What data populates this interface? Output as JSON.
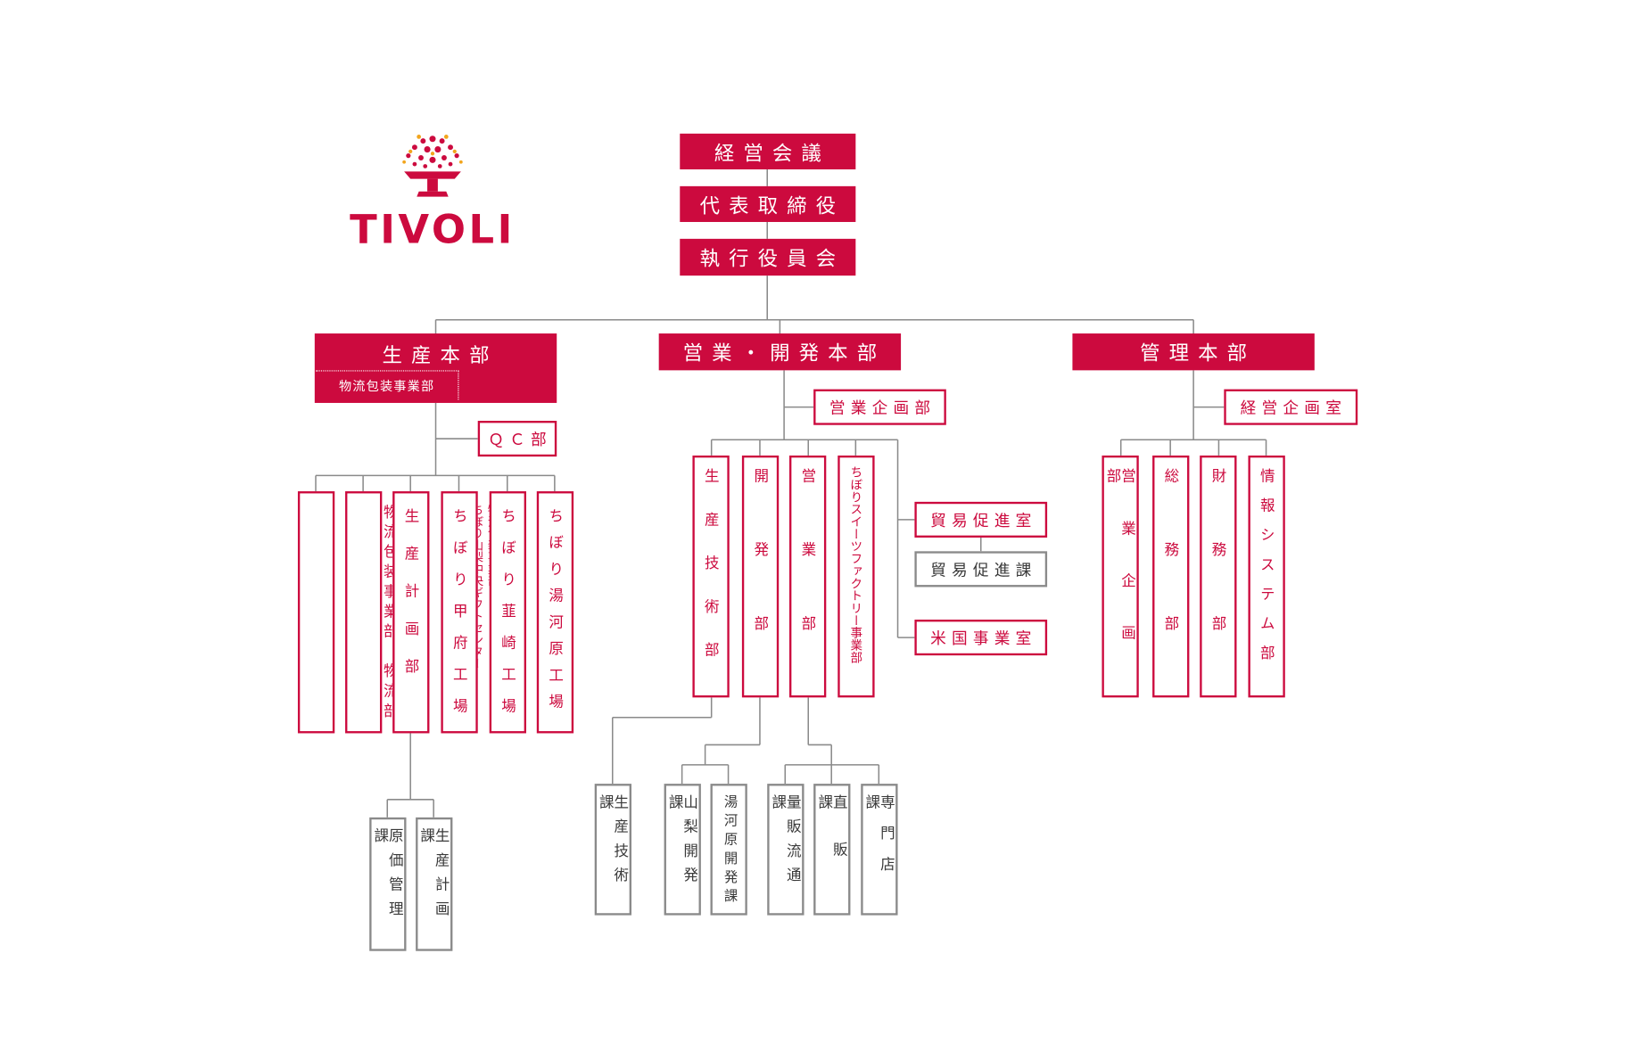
{
  "logo": {
    "text": "TIVOLI",
    "icon": "fountain-icon",
    "color": "#cc0a3e"
  },
  "colors": {
    "accent": "#cc0a3e",
    "line": "#8a8a8a"
  },
  "top": [
    "経営会議",
    "代表取締役",
    "執行役員会"
  ],
  "divisions": {
    "production": {
      "name": "生産本部",
      "sub_label": "物流包装事業部",
      "qc": "ＱＣ部",
      "departments": [
        {
          "lines": [
            "物流包装事業部",
            "物流部"
          ]
        },
        {
          "lines": [
            "物流包装事業部",
            "ちぼり山梨中央ギフトセンター"
          ]
        },
        {
          "lines": [
            "生産計画部"
          ]
        },
        {
          "lines": [
            "ちぼり甲府工場"
          ]
        },
        {
          "lines": [
            "ちぼり韮崎工場"
          ]
        },
        {
          "lines": [
            "ちぼり湯河原工場"
          ]
        }
      ],
      "sections": [
        "原価管理課",
        "生産計画課"
      ]
    },
    "sales": {
      "name": "営業・開発本部",
      "planning": "営業企画部",
      "departments": [
        "生産技術部",
        "開発部",
        "営業部",
        "ちぼりスイーツファクトリー事業部"
      ],
      "offices": [
        "貿易促進室",
        "米国事業室"
      ],
      "trade_section": "貿易促進課",
      "tech_sections": [
        "生産技術課"
      ],
      "dev_sections": [
        "山梨開発課",
        "湯河原開発課"
      ],
      "sales_sections": [
        "量販流通課",
        "直販課",
        "専門店課"
      ]
    },
    "admin": {
      "name": "管理本部",
      "planning": "経営企画室",
      "departments": [
        "営業企画部",
        "総務部",
        "財務部",
        "情報システム部"
      ]
    }
  }
}
